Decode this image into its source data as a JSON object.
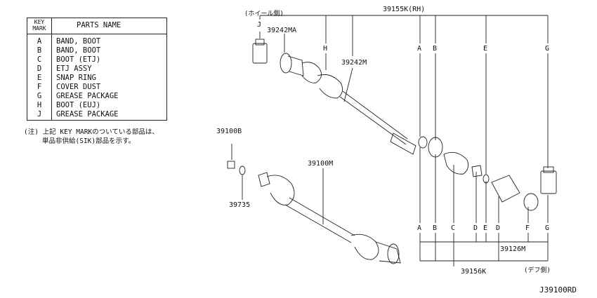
{
  "legend": {
    "header_key_1": "KEY",
    "header_key_2": "MARK",
    "header_name": "PARTS NAME",
    "rows": [
      {
        "key": "A",
        "name": "BAND, BOOT"
      },
      {
        "key": "B",
        "name": "BAND, BOOT"
      },
      {
        "key": "C",
        "name": "BOOT (ETJ)"
      },
      {
        "key": "D",
        "name": "ETJ ASSY"
      },
      {
        "key": "E",
        "name": "SNAP RING"
      },
      {
        "key": "F",
        "name": "COVER DUST"
      },
      {
        "key": "G",
        "name": "GREASE PACKAGE"
      },
      {
        "key": "H",
        "name": "BOOT (EUJ)"
      },
      {
        "key": "J",
        "name": "GREASE PACKAGE"
      }
    ]
  },
  "note": {
    "line1": "(注) 上記 KEY MARKのついている部品は、",
    "line2": "単品非供給(SIK)部品を示す。"
  },
  "labels": {
    "wheel_side": "(ホイール側)",
    "diff_side": "(デフ側)",
    "rh_assy": "39155K(RH)",
    "shaft_wheel": "39242MA",
    "shaft_mid": "39242M",
    "nut": "39100B",
    "washer": "39735",
    "drive_shaft": "39100M",
    "assy_kit": "39126M",
    "kit_total": "39156K",
    "key_J": "J",
    "key_H": "H",
    "top_A": "A",
    "top_B": "B",
    "top_E": "E",
    "top_G": "G",
    "bot_A": "A",
    "bot_B": "B",
    "bot_C": "C",
    "bot_D1": "D",
    "bot_E": "E",
    "bot_D2": "D",
    "bot_F": "F",
    "bot_G": "G",
    "diagram_id": "J39100RD"
  }
}
